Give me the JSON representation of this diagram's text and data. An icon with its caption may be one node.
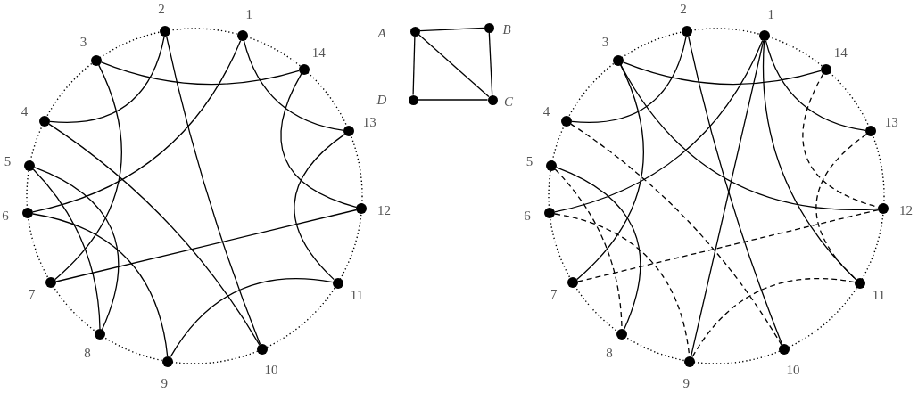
{
  "diagram": {
    "nodes": [
      {
        "text": [
          "1"
        ]
      },
      {
        "text": [
          "2"
        ]
      },
      {
        "text": [
          "3"
        ]
      },
      {
        "text": [
          "4"
        ]
      },
      {
        "text": [
          "5"
        ]
      },
      {
        "text": [
          "6"
        ]
      },
      {
        "text": [
          "7"
        ]
      },
      {
        "text": [
          "8"
        ]
      },
      {
        "text": [
          "9"
        ]
      },
      {
        "text": [
          "10"
        ]
      },
      {
        "text": [
          "11"
        ]
      },
      {
        "text": [
          "12"
        ]
      },
      {
        "text": [
          "13"
        ]
      },
      {
        "text": [
          "14"
        ]
      },
      {
        "text": [
          "A"
        ]
      },
      {
        "text": [
          "B"
        ]
      },
      {
        "text": [
          "C"
        ]
      },
      {
        "text": [
          "D"
        ]
      },
      {
        "text": [
          "1"
        ]
      },
      {
        "text": [
          "2"
        ]
      },
      {
        "text": [
          "3"
        ]
      },
      {
        "text": [
          "4"
        ]
      },
      {
        "text": [
          "5"
        ]
      },
      {
        "text": [
          "6"
        ]
      },
      {
        "text": [
          "7"
        ]
      },
      {
        "text": [
          "8"
        ]
      },
      {
        "text": [
          "9"
        ]
      },
      {
        "text": [
          "10"
        ]
      },
      {
        "text": [
          "11"
        ]
      },
      {
        "text": [
          "12"
        ]
      },
      {
        "text": [
          "13"
        ]
      },
      {
        "text": [
          "14"
        ]
      }
    ],
    "edges": [
      {
        "from": 2,
        "to": 13,
        "arrow": "none"
      },
      {
        "from": 1,
        "to": 3,
        "arrow": "none"
      },
      {
        "from": 1,
        "to": 9,
        "arrow": "none"
      },
      {
        "from": 0,
        "to": 5,
        "arrow": "none"
      },
      {
        "from": 0,
        "to": 12,
        "arrow": "none"
      },
      {
        "from": 13,
        "to": 11,
        "arrow": "none"
      },
      {
        "from": 12,
        "to": 10,
        "arrow": "none"
      },
      {
        "from": 2,
        "to": 6,
        "arrow": "none"
      },
      {
        "from": 3,
        "to": 9,
        "arrow": "none"
      },
      {
        "from": 4,
        "to": 7,
        "arrow": "none"
      },
      {
        "from": 4,
        "to": 7,
        "arrow": "none"
      },
      {
        "from": 5,
        "to": 8,
        "arrow": "none"
      },
      {
        "from": 8,
        "to": 10,
        "arrow": "none"
      },
      {
        "from": 6,
        "to": 11,
        "arrow": "none"
      },
      {
        "from": 14,
        "to": 15,
        "arrow": "none"
      },
      {
        "from": 15,
        "to": 16,
        "arrow": "none"
      },
      {
        "from": 16,
        "to": 17,
        "arrow": "none"
      },
      {
        "from": 17,
        "to": 14,
        "arrow": "none"
      },
      {
        "from": 14,
        "to": 16,
        "arrow": "none"
      },
      {
        "from": 20,
        "to": 31,
        "arrow": "none"
      },
      {
        "from": 19,
        "to": 21,
        "arrow": "none"
      },
      {
        "from": 19,
        "to": 27,
        "arrow": "none"
      },
      {
        "from": 18,
        "to": 23,
        "arrow": "none"
      },
      {
        "from": 18,
        "to": 30,
        "arrow": "none"
      },
      {
        "from": 18,
        "to": 26,
        "arrow": "none"
      },
      {
        "from": 18,
        "to": 28,
        "arrow": "none"
      },
      {
        "from": 20,
        "to": 24,
        "arrow": "none"
      },
      {
        "from": 20,
        "to": 29,
        "arrow": "none"
      },
      {
        "from": 22,
        "to": 25,
        "arrow": "none"
      },
      {
        "from": 21,
        "to": 27,
        "arrow": "none",
        "style": "dashed"
      },
      {
        "from": 22,
        "to": 25,
        "arrow": "none",
        "style": "dashed"
      },
      {
        "from": 23,
        "to": 26,
        "arrow": "none",
        "style": "dashed"
      },
      {
        "from": 24,
        "to": 29,
        "arrow": "none",
        "style": "dashed"
      },
      {
        "from": 26,
        "to": 28,
        "arrow": "none",
        "style": "dashed"
      },
      {
        "from": 31,
        "to": 29,
        "arrow": "none",
        "style": "dashed"
      },
      {
        "from": 30,
        "to": 28,
        "arrow": "none",
        "style": "dashed"
      }
    ]
  }
}
